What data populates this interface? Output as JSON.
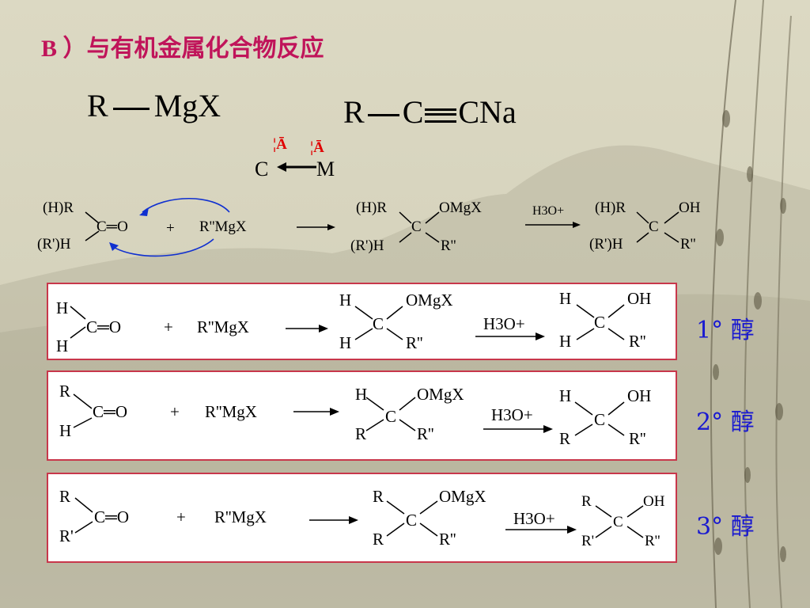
{
  "title": {
    "label": "B ）",
    "text": "与有机金属化合物反应"
  },
  "top": {
    "grignard": {
      "r": "R",
      "mgx": "MgX"
    },
    "acetylide": {
      "r": "R",
      "c1": "C",
      "c2": "CNa"
    },
    "polar": {
      "delta_neg": "¦Ā",
      "delta_pos": "¦Ā",
      "c": "C",
      "m": "M"
    }
  },
  "general": {
    "reactant": {
      "hr": "(H)R",
      "rh": "(R')H",
      "co": "C═O",
      "plus": "+",
      "rmgx": "R''MgX"
    },
    "intermediate": {
      "hr": "(H)R",
      "omgx": "OMgX",
      "c": "C",
      "rh": "(R')H",
      "r2": "R''"
    },
    "reagent": "H3O+",
    "product": {
      "hr": "(H)R",
      "oh": "OH",
      "c": "C",
      "rh": "(R')H",
      "r2": "R''"
    }
  },
  "rows": [
    {
      "sub1": "H",
      "sub2": "H",
      "co": "C═O",
      "plus": "+",
      "rmgx": "R''MgX",
      "i_top": "H",
      "i_c": "C",
      "i_omgx": "OMgX",
      "i_bot": "H",
      "i_r2": "R''",
      "reagent": "H3O+",
      "p_top": "H",
      "p_c": "C",
      "p_oh": "OH",
      "p_bot": "H",
      "p_r2": "R''",
      "alcohol": "1°  醇"
    },
    {
      "sub1": "R",
      "sub2": "H",
      "co": "C═O",
      "plus": "+",
      "rmgx": "R''MgX",
      "i_top": "H",
      "i_c": "C",
      "i_omgx": "OMgX",
      "i_bot": "R",
      "i_r2": "R''",
      "reagent": "H3O+",
      "p_top": "H",
      "p_c": "C",
      "p_oh": "OH",
      "p_bot": "R",
      "p_r2": "R''",
      "alcohol": "2°  醇"
    },
    {
      "sub1": "R",
      "sub2": "R'",
      "co": "C═O",
      "plus": "+",
      "rmgx": "R''MgX",
      "i_top": "R",
      "i_c": "C",
      "i_omgx": "OMgX",
      "i_bot": "R",
      "i_r2": "R''",
      "reagent": "H3O+",
      "p_top": "R",
      "p_c": "C",
      "p_oh": "OH",
      "p_bot": "R'",
      "p_r2": "R''",
      "alcohol": "3°  醇"
    }
  ],
  "colors": {
    "title": "#8b1c4f",
    "box_border": "#c8374b",
    "alcohol": "#1a1ad0",
    "delta": "#e00000",
    "curved_arrow": "#1030d0"
  }
}
